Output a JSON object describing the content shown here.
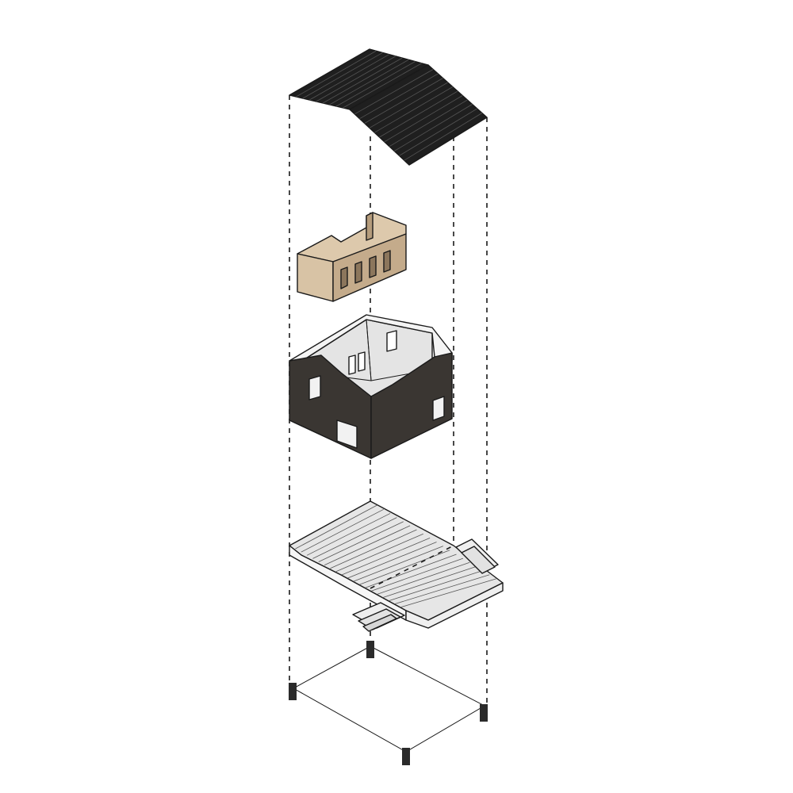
{
  "diagram": {
    "type": "exploded-axonometric",
    "components": [
      {
        "id": "roof",
        "label": "",
        "icon": "gable-roof-icon"
      },
      {
        "id": "interior-partition",
        "label": "",
        "icon": "partition-block-icon"
      },
      {
        "id": "walls",
        "label": "",
        "icon": "wall-shell-icon"
      },
      {
        "id": "floor-deck",
        "label": "",
        "icon": "deck-platform-icon"
      },
      {
        "id": "foundation-piers",
        "label": "",
        "icon": "pier-foundation-icon"
      }
    ],
    "colors": {
      "roof": "#1f1f1f",
      "roof_lines": "#5a5a5a",
      "partition_light": "#d8c3a5",
      "partition_mid": "#c4ab8b",
      "partition_dark": "#8c765c",
      "wall_dark": "#3a3632",
      "wall_inner": "#e4e4e4",
      "wall_top": "#f4f4f4",
      "deck_top": "#e6e6e6",
      "deck_side": "#f6f6f6",
      "pier": "#2b2b2b",
      "guide": "#1a1a1a"
    }
  }
}
